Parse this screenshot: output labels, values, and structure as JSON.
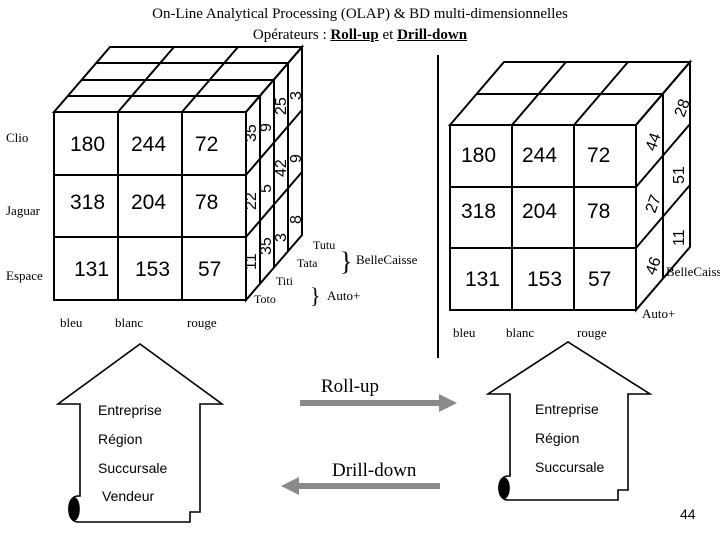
{
  "title": {
    "line1": "On-Line Analytical Processing (OLAP) & BD multi-dimensionnelles",
    "line2_prefix": "Opérateurs : ",
    "line2_op1": "Roll-up",
    "line2_mid": " et ",
    "line2_op2": "Drill-down"
  },
  "left_cube": {
    "row_labels": [
      "Clio",
      "Jaguar",
      "Espace"
    ],
    "col_labels": [
      "bleu",
      "blanc",
      "rouge"
    ],
    "front": [
      [
        "180",
        "244",
        "72"
      ],
      [
        "318",
        "204",
        "78"
      ],
      [
        "131",
        "153",
        "57"
      ]
    ],
    "side": [
      [
        "35",
        "9",
        "25",
        "3"
      ],
      [
        "22",
        "5",
        "42",
        "9"
      ],
      [
        "11",
        "35",
        "3",
        "8"
      ]
    ],
    "depth_labels": [
      "Tutu",
      "Tata",
      "Titi",
      "Toto"
    ],
    "groups": [
      "BelleCaisse",
      "Auto+"
    ]
  },
  "right_cube": {
    "front": [
      [
        "180",
        "244",
        "72"
      ],
      [
        "318",
        "204",
        "78"
      ],
      [
        "131",
        "153",
        "57"
      ]
    ],
    "side": [
      [
        "44",
        "28"
      ],
      [
        "27",
        "51"
      ],
      [
        "46",
        "11"
      ]
    ],
    "col_labels": [
      "bleu",
      "blanc",
      "rouge"
    ],
    "depth_labels": [
      "BelleCaisse",
      "Auto+"
    ]
  },
  "hierarchy_left": [
    "Entreprise",
    "Région",
    "Succursale",
    "Vendeur"
  ],
  "hierarchy_right": [
    "Entreprise",
    "Région",
    "Succursale"
  ],
  "ops": {
    "rollup": "Roll-up",
    "drilldown": "Drill-down"
  },
  "slide_number": "44",
  "colors": {
    "arrow": "#8a8a8a",
    "line": "#000000"
  }
}
